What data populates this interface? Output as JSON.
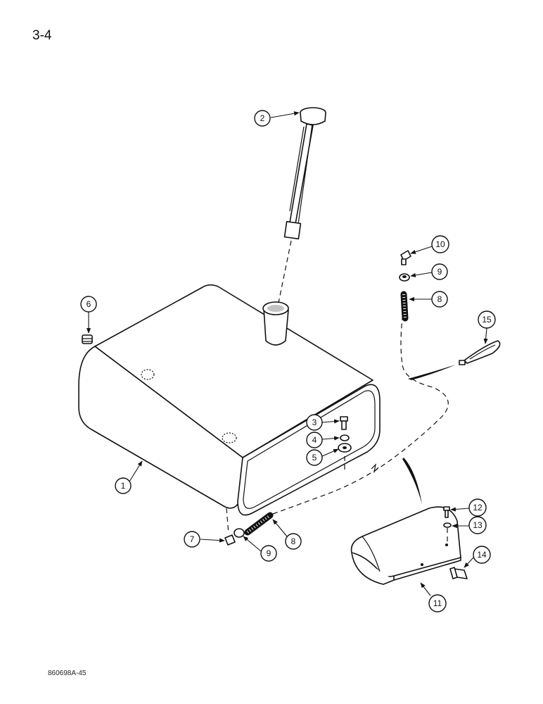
{
  "page": {
    "number": "3-4",
    "figure_code": "860698A-45"
  },
  "callouts": [
    {
      "id": "1",
      "label": "1"
    },
    {
      "id": "2",
      "label": "2"
    },
    {
      "id": "3",
      "label": "3"
    },
    {
      "id": "4",
      "label": "4"
    },
    {
      "id": "5",
      "label": "5"
    },
    {
      "id": "6",
      "label": "6"
    },
    {
      "id": "7",
      "label": "7"
    },
    {
      "id": "8a",
      "label": "8"
    },
    {
      "id": "8b",
      "label": "8"
    },
    {
      "id": "9a",
      "label": "9"
    },
    {
      "id": "9b",
      "label": "9"
    },
    {
      "id": "10",
      "label": "10"
    },
    {
      "id": "11",
      "label": "11"
    },
    {
      "id": "12",
      "label": "12"
    },
    {
      "id": "13",
      "label": "13"
    },
    {
      "id": "14",
      "label": "14"
    },
    {
      "id": "15",
      "label": "15"
    }
  ]
}
